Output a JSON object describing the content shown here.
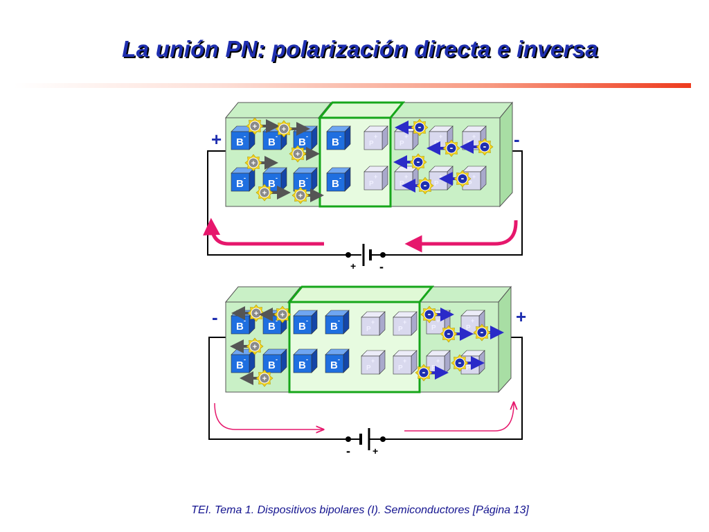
{
  "title": "La unión PN: polarización directa e inversa",
  "footer": "TEI. Tema 1. Dispositivos bipolares (I). Semiconductores [Página 13]",
  "colors": {
    "title": "#1f2fb0",
    "region_fill": "#c9f0c6",
    "depletion_border": "#16a61a",
    "acceptor_cube": "#1f6fe0",
    "donor_cube": "#d6d6ec",
    "hole": "#f2d21c",
    "electron": "#f2d21c",
    "hole_arrow": "#555555",
    "electron_arrow": "#2a2ac8",
    "current_arrow": "#e6176c"
  },
  "diagrams": [
    {
      "name": "forward-bias",
      "left_terminal": "+",
      "right_terminal": "-",
      "battery_left": "+",
      "battery_right": "-",
      "acceptor_label": "B",
      "donor_label": "P",
      "hole_sign": "+",
      "electron_sign": "-",
      "ion_sign_acceptor": "-",
      "ion_sign_donor": "+"
    },
    {
      "name": "reverse-bias",
      "left_terminal": "-",
      "right_terminal": "+",
      "battery_left": "-",
      "battery_right": "+",
      "acceptor_label": "B",
      "donor_label": "P",
      "hole_sign": "+",
      "electron_sign": "-",
      "ion_sign_acceptor": "-",
      "ion_sign_donor": "+"
    }
  ]
}
